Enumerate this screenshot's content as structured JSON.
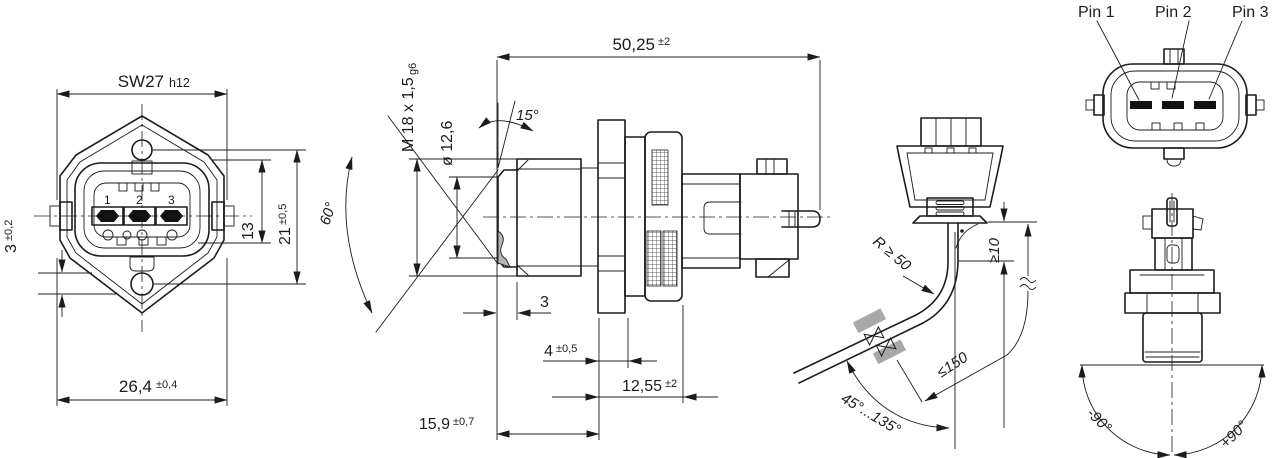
{
  "front_view": {
    "width_dim": {
      "value": "SW27",
      "tol": "h12"
    },
    "pin_labels": [
      "1",
      "2",
      "3"
    ],
    "offset_dim": {
      "value": "3",
      "tol": "±0,2"
    },
    "connector_dim": {
      "value": "13"
    },
    "height_dim": {
      "value": "21",
      "tol": "±0,5"
    },
    "bottom_width_dim": {
      "value": "26,4",
      "tol": "±0,4"
    }
  },
  "side_view": {
    "length_dim": {
      "value": "50,25",
      "tol": "±2"
    },
    "thread_label": {
      "value": "M 18 x 1,5",
      "tol": "g6"
    },
    "tip_diameter_label": {
      "value": "ø 12,6"
    },
    "seat_angle": "15°",
    "cone_angle": "60°",
    "tip_length_dim": {
      "value": "3"
    },
    "hex_thickness_dim": {
      "value": "4",
      "tol": "±0,5"
    },
    "housing_length_dim": {
      "value": "12,55",
      "tol": "±2"
    },
    "thread_length_dim": {
      "value": "15,9",
      "tol": "±0,7"
    }
  },
  "cable_view": {
    "bend_radius_label": "R ≥ 50",
    "min_straight_label": "≥10",
    "max_clamp_distance_label": "≤150",
    "cable_angle_label": "45°...135°"
  },
  "pin_view": {
    "pins": [
      "Pin 1",
      "Pin 2",
      "Pin 3"
    ]
  },
  "orientation_view": {
    "ccw_label": "-90°",
    "cw_label": "+90°"
  },
  "colors": {
    "line": "#1c1c1c",
    "seal_patch": "#b5b5b5",
    "clamp_pad": "#a8a8a8"
  }
}
